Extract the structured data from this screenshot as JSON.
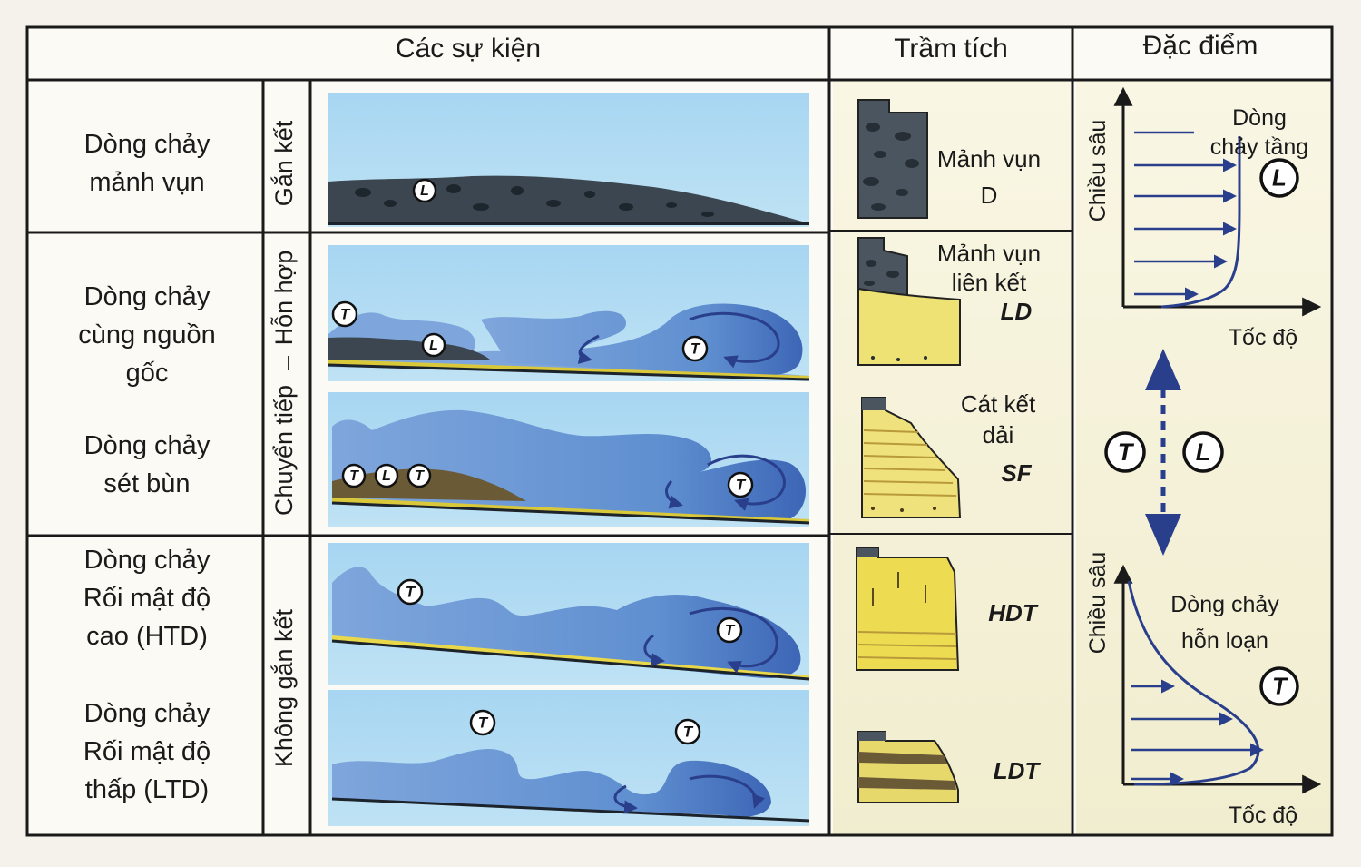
{
  "headers": {
    "events": "Các sự kiện",
    "sediment": "Trầm tích",
    "features": "Đặc điểm"
  },
  "rows": [
    {
      "label": [
        "Dòng chảy",
        "mảnh vụn"
      ]
    },
    {
      "label": [
        "Dòng chảy",
        "cùng nguồn",
        "gốc"
      ]
    },
    {
      "label": [
        "Dòng chảy",
        "sét bùn"
      ]
    },
    {
      "label": [
        "Dòng chảy",
        "Rối mật độ",
        "cao (HTD)"
      ]
    },
    {
      "label": [
        "Dòng chảy",
        "Rối mật độ",
        "thấp (LTD)"
      ]
    }
  ],
  "categories": {
    "cohesive": "Gắn kết",
    "mixed": "Hỗn hợp",
    "transitional": "Chuyển tiếp",
    "non_cohesive": "Không gắn kết"
  },
  "symbols": {
    "laminar": "L",
    "turbulent": "T"
  },
  "sediments": [
    {
      "name": [
        "Mảnh vụn"
      ],
      "code": "D"
    },
    {
      "name": [
        "Mảnh vụn",
        "liên kết"
      ],
      "code": "LD"
    },
    {
      "name": [
        "Cát kết",
        "dải"
      ],
      "code": "SF"
    },
    {
      "name": [],
      "code": "HDT"
    },
    {
      "name": [],
      "code": "LDT"
    }
  ],
  "features": {
    "top": {
      "title": [
        "Dòng",
        "chảy tầng"
      ],
      "yaxis": "Chiều sâu",
      "xaxis": "Tốc độ",
      "symbol": "L"
    },
    "bottom": {
      "title": [
        "Dòng chảy",
        "hỗn loạn"
      ],
      "yaxis": "Chiều sâu",
      "xaxis": "Tốc độ",
      "symbol": "T"
    }
  },
  "colors": {
    "water": "#a9d6ef",
    "flow": "#5f8fd0",
    "flow_dark": "#2f56a8",
    "sand": "#eee24f",
    "debris": "#3c4650",
    "cell_bg": "#f7f4df"
  }
}
